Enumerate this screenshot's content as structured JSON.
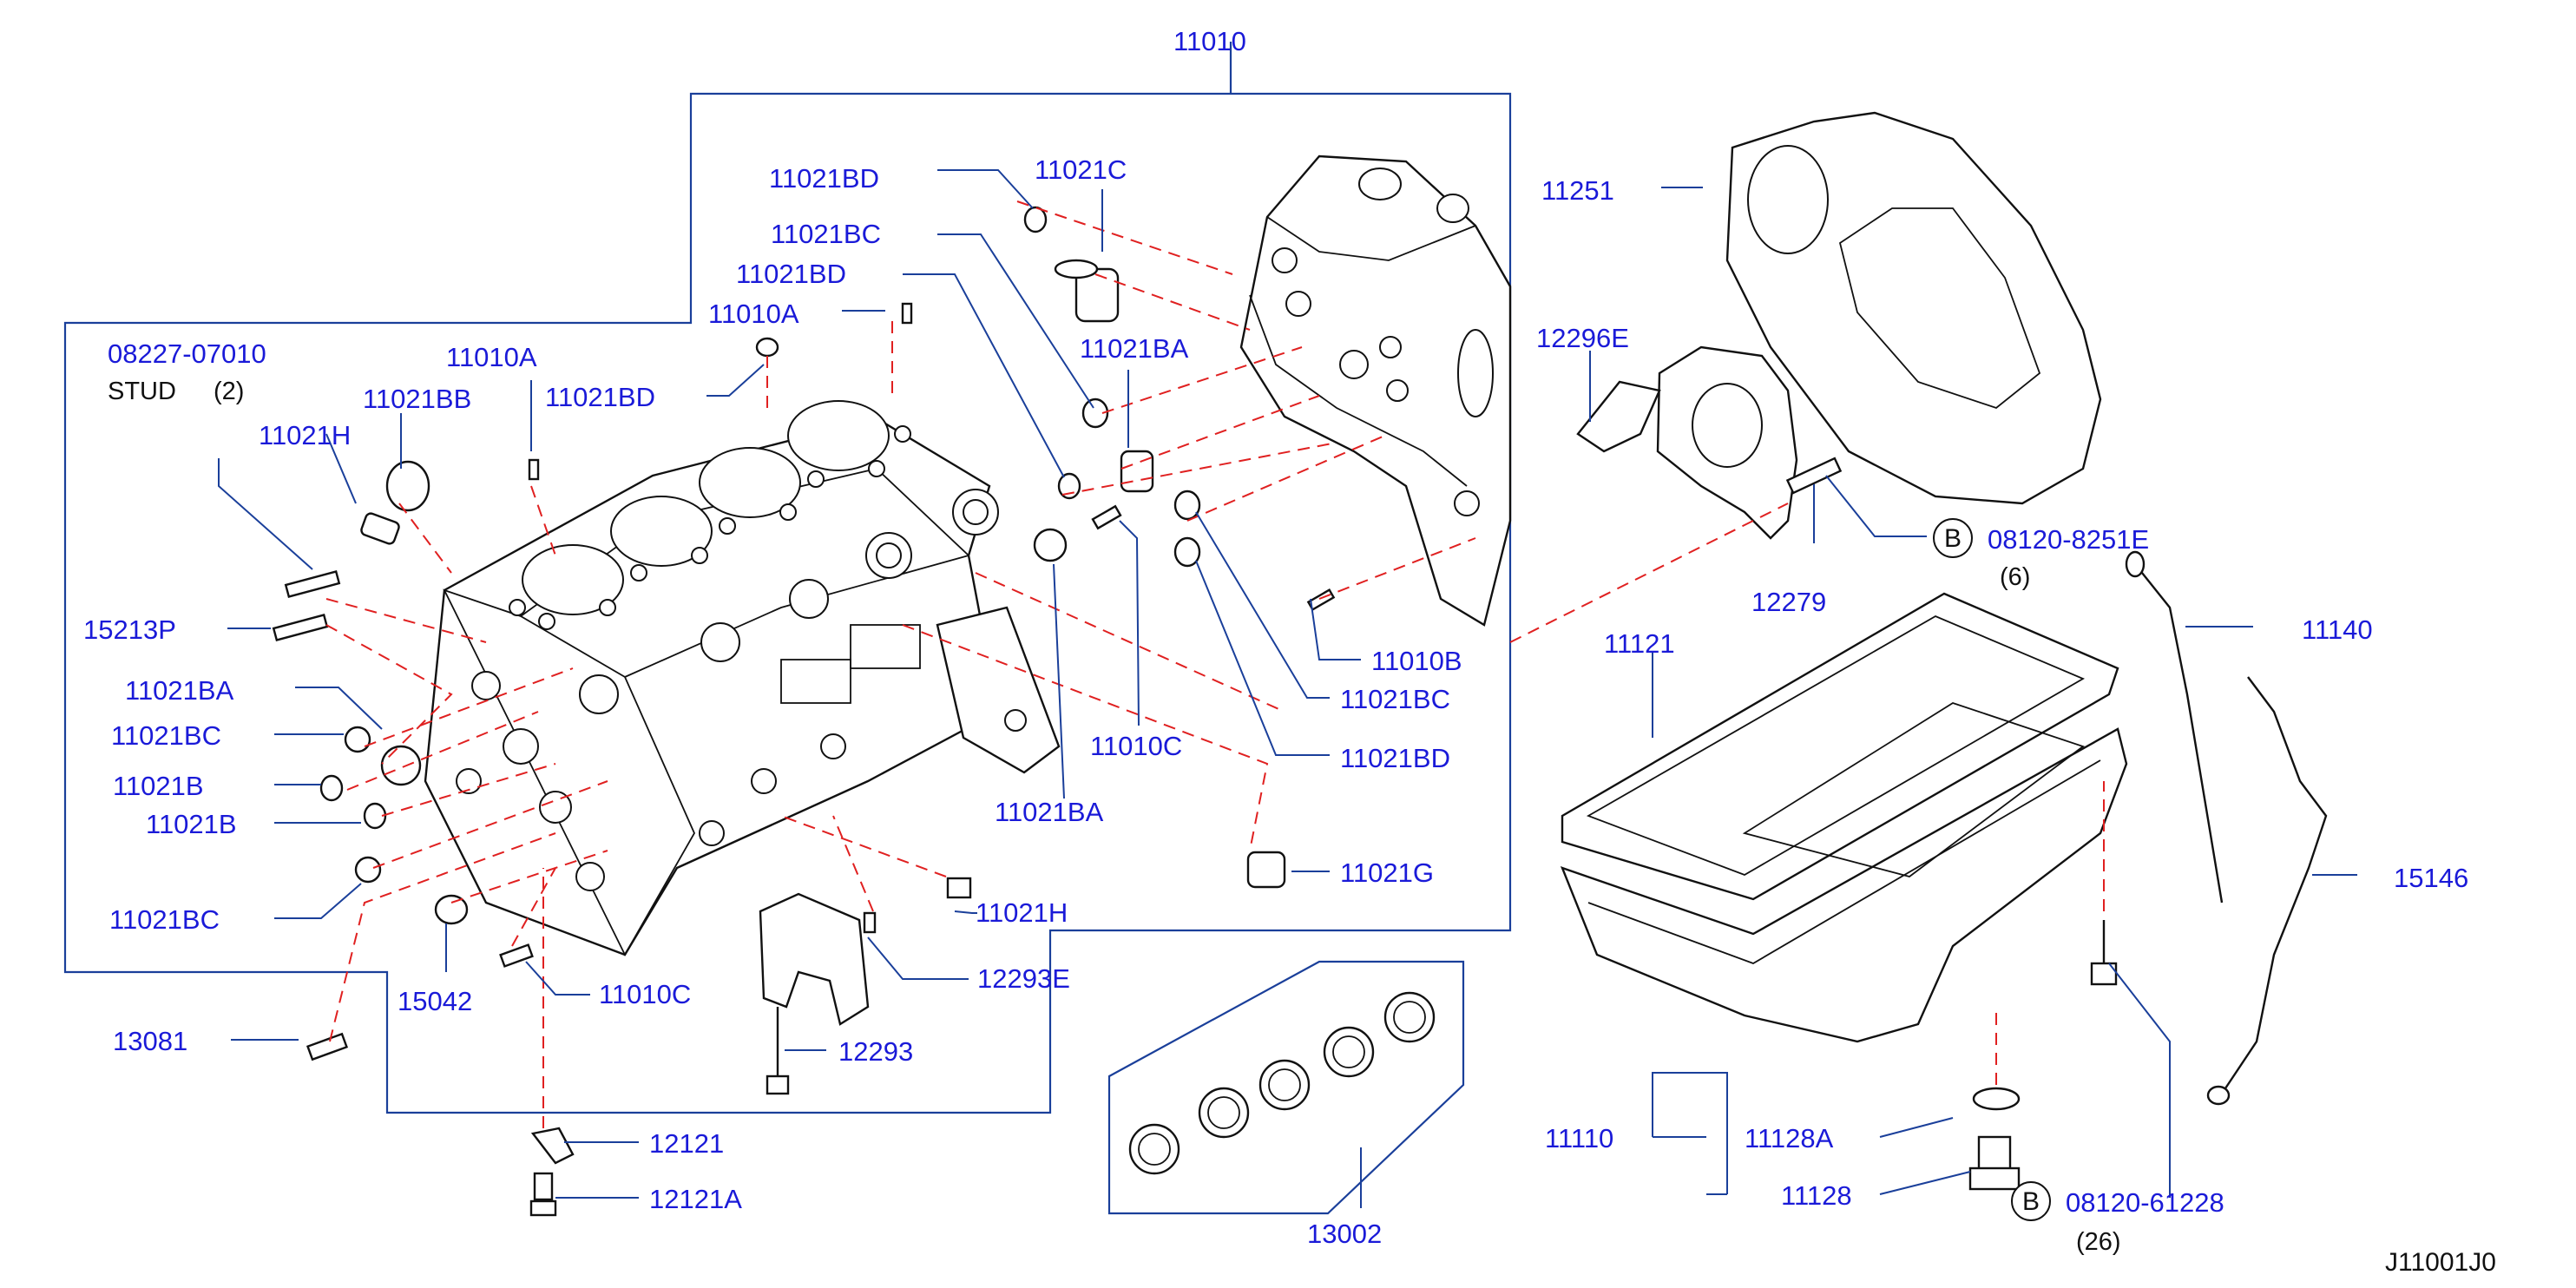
{
  "labels": {
    "p11010": "11010",
    "p11021BD_a": "11021BD",
    "p11021C": "11021C",
    "p11021BC_a": "11021BC",
    "p11021BD_b": "11021BD",
    "p11010A_a": "11010A",
    "p11021BA_a": "11021BA",
    "p08227": "08227-07010",
    "stud": "STUD",
    "stud_qty": "(2)",
    "p11010A_b": "11010A",
    "p11021BD_c": "11021BD",
    "p11021BB": "11021BB",
    "p11021H_a": "11021H",
    "p15213P": "15213P",
    "p11021BA_b": "11021BA",
    "p11021BC_b": "11021BC",
    "p11021B_a": "11021B",
    "p11021B_b": "11021B",
    "p11021BC_c": "11021BC",
    "p13081": "13081",
    "p15042": "15042",
    "p11010C_a": "11010C",
    "p11021H_b": "11021H",
    "p12293E": "12293E",
    "p12293": "12293",
    "p12121": "12121",
    "p12121A": "12121A",
    "p13002": "13002",
    "p11010C_b": "11010C",
    "p11021BA_c": "11021BA",
    "p11021G": "11021G",
    "p11021BD_d": "11021BD",
    "p11021BC_d": "11021BC",
    "p11010B": "11010B",
    "p11251": "11251",
    "p12296E": "12296E",
    "p12279": "12279",
    "bolt_b1": "08120-8251E",
    "bolt_b1_qty": "(6)",
    "b_mark": "B",
    "p11121": "11121",
    "p11140": "11140",
    "p15146": "15146",
    "p11110": "11110",
    "p11128A": "11128A",
    "p11128": "11128",
    "bolt_b2": "08120-61228",
    "bolt_b2_qty": "(26)",
    "diagram_code": "J11001J0"
  }
}
